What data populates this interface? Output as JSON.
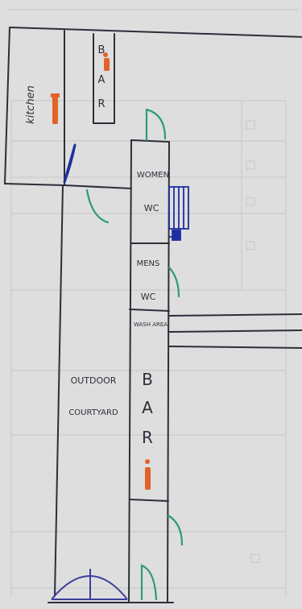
{
  "labels": {
    "kitchen": "kitchen",
    "bar_top": "BAR",
    "women_wc_1": "WOMEN",
    "women_wc_2": "WC",
    "mens_wc_1": "MENS",
    "mens_wc_2": "WC",
    "wash_area": "WASH AREA",
    "courtyard_1": "OUTDOOR",
    "courtyard_2": "COURTYARD",
    "bar_bottom": "BAR"
  },
  "colors": {
    "ink": "#2e2e3a",
    "fire_extinguisher": "#e2622a",
    "door_swing": "#2e9a78",
    "door_blue": "#1d2fa0",
    "arch_purple": "#3b3f9c",
    "paper": "#dedede",
    "faint_print": "#c6c6c6"
  }
}
